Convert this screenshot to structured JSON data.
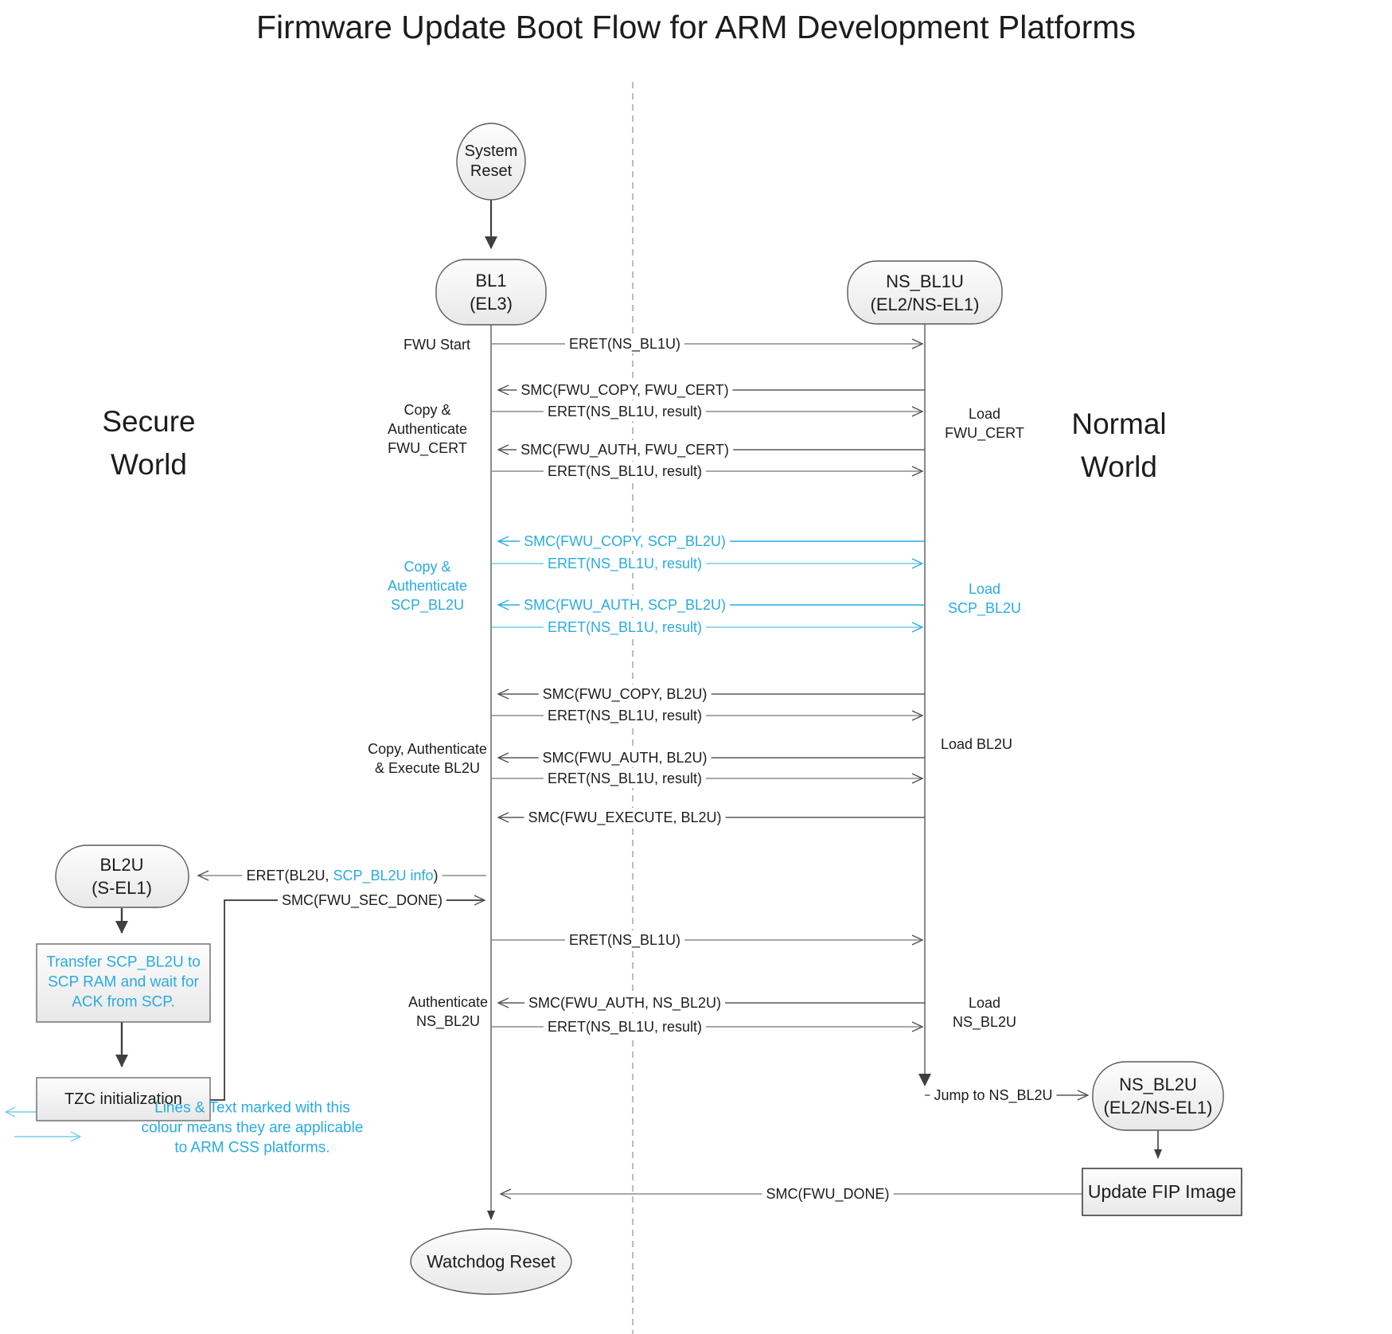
{
  "title": "Firmware Update Boot Flow for ARM Development Platforms",
  "world_labels": {
    "secure": "Secure World",
    "normal": "Normal World"
  },
  "nodes": {
    "system_reset": "System Reset",
    "bl1_line1": "BL1",
    "bl1_line2": "(EL3)",
    "ns_bl1u_line1": "NS_BL1U",
    "ns_bl1u_line2": "(EL2/NS-EL1)",
    "bl2u_line1": "BL2U",
    "bl2u_line2": "(S-EL1)",
    "ns_bl2u_line1": "NS_BL2U",
    "ns_bl2u_line2": "(EL2/NS-EL1)",
    "watchdog_reset": "Watchdog Reset",
    "transfer_scp": "Transfer SCP_BL2U to SCP RAM and wait for ACK from SCP.",
    "tzc_init": "TZC initialization",
    "update_fip": "Update FIP Image"
  },
  "messages": [
    {
      "label": "ERET(NS_BL1U)",
      "direction": "to_ns_bl1u",
      "css_only": false
    },
    {
      "label": "SMC(FWU_COPY, FWU_CERT)",
      "direction": "to_bl1",
      "css_only": false
    },
    {
      "label": "ERET(NS_BL1U, result)",
      "direction": "to_ns_bl1u",
      "css_only": false
    },
    {
      "label": "SMC(FWU_AUTH, FWU_CERT)",
      "direction": "to_bl1",
      "css_only": false
    },
    {
      "label": "ERET(NS_BL1U, result)",
      "direction": "to_ns_bl1u",
      "css_only": false
    },
    {
      "label": "SMC(FWU_COPY, SCP_BL2U)",
      "direction": "to_bl1",
      "css_only": true
    },
    {
      "label": "ERET(NS_BL1U, result)",
      "direction": "to_ns_bl1u",
      "css_only": true
    },
    {
      "label": "SMC(FWU_AUTH, SCP_BL2U)",
      "direction": "to_bl1",
      "css_only": true
    },
    {
      "label": "ERET(NS_BL1U, result)",
      "direction": "to_ns_bl1u",
      "css_only": true
    },
    {
      "label": "SMC(FWU_COPY, BL2U)",
      "direction": "to_bl1",
      "css_only": false
    },
    {
      "label": "ERET(NS_BL1U, result)",
      "direction": "to_ns_bl1u",
      "css_only": false
    },
    {
      "label": "SMC(FWU_AUTH, BL2U)",
      "direction": "to_bl1",
      "css_only": false
    },
    {
      "label": "ERET(NS_BL1U, result)",
      "direction": "to_ns_bl1u",
      "css_only": false
    },
    {
      "label": "SMC(FWU_EXECUTE, BL2U)",
      "direction": "to_bl1",
      "css_only": false
    },
    {
      "label": "ERET(NS_BL1U)",
      "direction": "to_ns_bl1u",
      "css_only": false
    },
    {
      "label": "SMC(FWU_AUTH, NS_BL2U)",
      "direction": "to_bl1",
      "css_only": false
    },
    {
      "label": "ERET(NS_BL1U, result)",
      "direction": "to_ns_bl1u",
      "css_only": false
    }
  ],
  "special_messages": {
    "eret_bl2u_prefix": "ERET(BL2U, ",
    "eret_bl2u_highlight": "SCP_BL2U info",
    "eret_bl2u_suffix": ")",
    "smc_sec_done": "SMC(FWU_SEC_DONE)",
    "smc_done": "SMC(FWU_DONE)",
    "jump_to_ns_bl2u": "Jump to NS_BL2U"
  },
  "side_labels": {
    "fwu_start": "FWU Start",
    "copy_auth_fwu_cert": "Copy & Authenticate FWU_CERT",
    "load_fwu_cert": "Load FWU_CERT",
    "copy_auth_scp_bl2u": "Copy & Authenticate SCP_BL2U",
    "load_scp_bl2u": "Load SCP_BL2U",
    "copy_auth_exec_bl2u": "Copy, Authenticate & Execute BL2U",
    "load_bl2u": "Load BL2U",
    "auth_ns_bl2u": "Authenticate NS_BL2U",
    "load_ns_bl2u": "Load NS_BL2U"
  },
  "legend": {
    "text": "Lines & Text marked with this colour means they are applicable to ARM CSS platforms."
  },
  "colors": {
    "accent_blue": "#29ABE2",
    "light_blue": "#72CDEF",
    "line_gray": "#8c8c8c",
    "line_dark": "#595959"
  }
}
